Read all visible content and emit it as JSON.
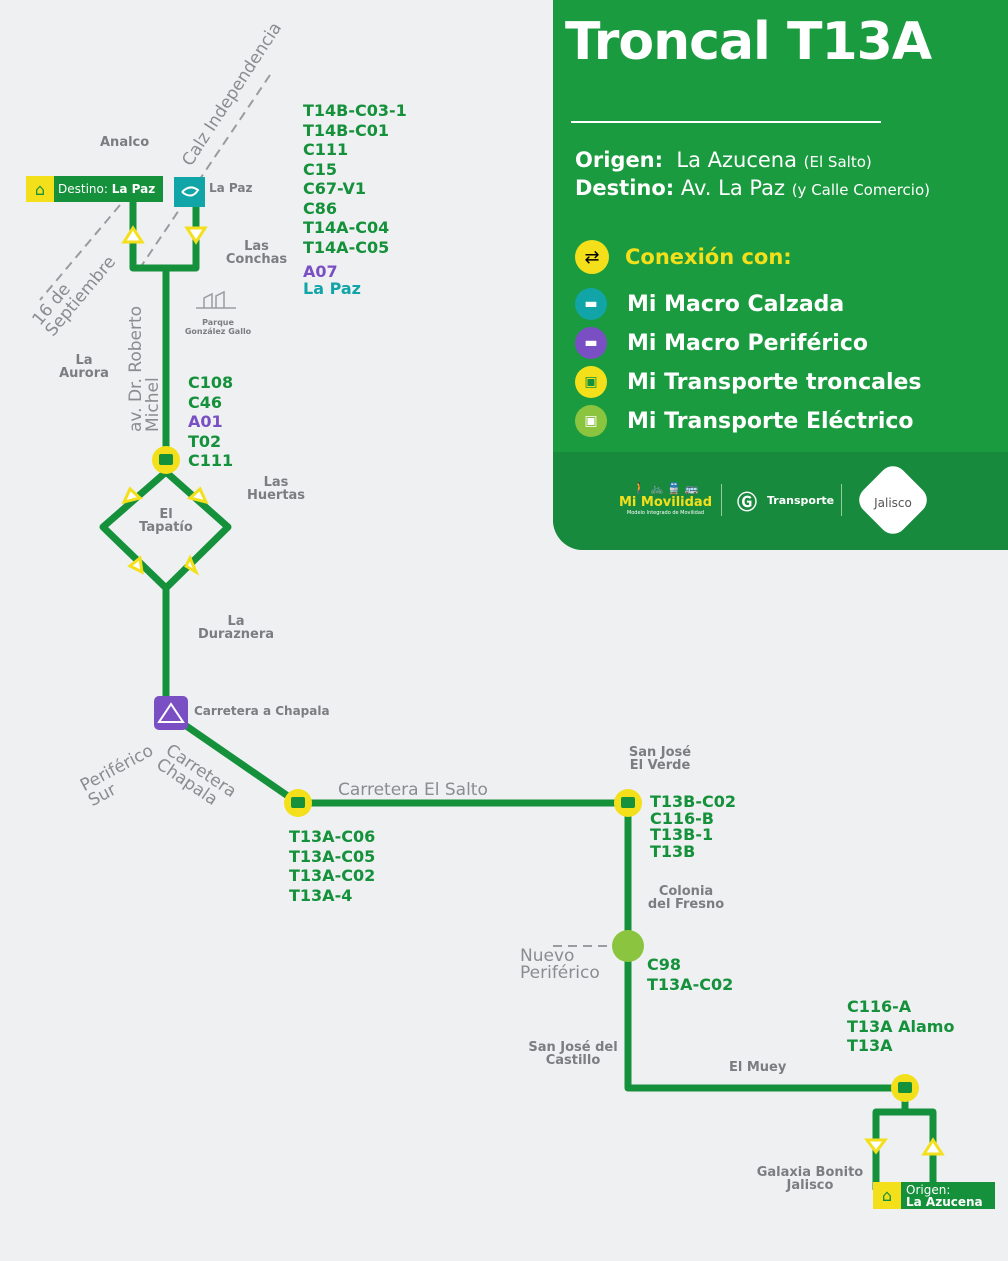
{
  "header": {
    "title": "Troncal T13A",
    "origin_label": "Origen:",
    "origin_value": "La Azucena",
    "origin_note": "(El Salto)",
    "dest_label": "Destino:",
    "dest_value": "Av. La Paz",
    "dest_note": "(y Calle Comercio)",
    "connection_title": "Conexión con:"
  },
  "legend": [
    {
      "label": "Mi Macro Calzada",
      "color": "#12a5a8"
    },
    {
      "label": "Mi Macro Periférico",
      "color": "#7b4fc4"
    },
    {
      "label": "Mi Transporte troncales",
      "color": "#f3e01b"
    },
    {
      "label": "Mi Transporte Eléctrico",
      "color": "#8bc53f"
    }
  ],
  "footer": {
    "brand1": "Mi Movilidad",
    "brand1_sub": "Modelo Integrado de Movilidad",
    "brand2": "Transporte",
    "brand3": "Jalisco"
  },
  "terminals": {
    "dest_prefix": "Destino:",
    "dest_name": "La Paz",
    "origin_prefix": "Origen:",
    "origin_name": "La Azucena"
  },
  "places": {
    "analco": "Analco",
    "lapaz": "La Paz",
    "conchas": "Las Conchas",
    "parque": "Parque González Gallo",
    "aurora": "La Aurora",
    "huertas": "Las Huertas",
    "tapatio": "El Tapatío",
    "duraznera": "La Duraznera",
    "chapala_stop": "Carretera a Chapala",
    "sanjose_verde": "San José El Verde",
    "fresno": "Colonia del Fresno",
    "sanjose_castillo": "San José del Castillo",
    "muey": "El Muey",
    "galaxia": "Galaxia Bonito Jalisco"
  },
  "streets": {
    "independencia": "Calz Independencia",
    "septiembre": "16 de Septiembre",
    "michel": "av. Dr. Roberto Michel",
    "periferico": "Periférico Sur",
    "carr_chapala": "Carretera Chapala",
    "el_salto": "Carretera El Salto",
    "nuevo_periferico": "Nuevo Periférico"
  },
  "routes": {
    "lapaz": [
      "T14B-C03-1",
      "T14B-C01",
      "C111",
      "C15",
      "C67-V1",
      "C86",
      "T14A-C04",
      "T14A-C05"
    ],
    "lapaz_macro": {
      "periferico": "A07",
      "calzada": "La Paz"
    },
    "michel": [
      "C108",
      "C46",
      "A01",
      "T02",
      "C111"
    ],
    "el_salto": [
      "T13A-C06",
      "T13A-C05",
      "T13A-C02",
      "T13A-4"
    ],
    "verde": [
      "T13B-C02",
      "C116-B",
      "T13B-1",
      "T13B"
    ],
    "fresno": [
      "C98",
      "T13A-C02"
    ],
    "muey": [
      "C116-A",
      "T13A Alamo",
      "T13A"
    ]
  },
  "colors": {
    "route": "#14913a",
    "stop": "#f3e01b",
    "panel": "#1b9b3f"
  }
}
